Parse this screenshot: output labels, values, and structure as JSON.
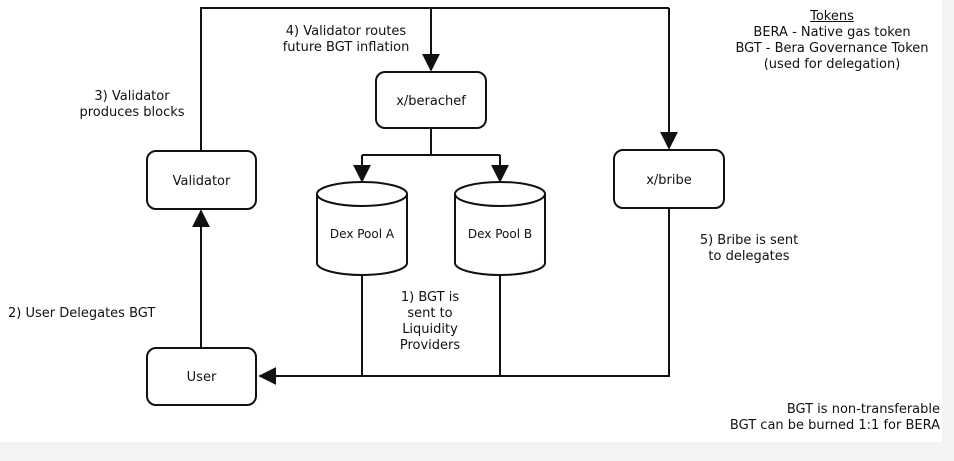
{
  "nodes": {
    "validator": "Validator",
    "user": "User",
    "berachef": "x/berachef",
    "bribe": "x/bribe",
    "dex_pool_a": "Dex Pool A",
    "dex_pool_b": "Dex Pool B"
  },
  "steps": {
    "step1": [
      "1) BGT is",
      "sent to",
      "Liquidity",
      "Providers"
    ],
    "step2": "2) User Delegates BGT",
    "step3": [
      "3) Validator",
      "produces blocks"
    ],
    "step4": [
      "4) Validator routes",
      "future BGT inflation"
    ],
    "step5": [
      "5) Bribe is sent",
      "to delegates"
    ]
  },
  "tokens": {
    "heading": "Tokens",
    "lines": [
      "BERA - Native gas token",
      "BGT - Bera Governance Token",
      "(used for delegation)"
    ]
  },
  "notes": [
    "BGT is non-transferable",
    "BGT can be burned 1:1 for BERA"
  ]
}
